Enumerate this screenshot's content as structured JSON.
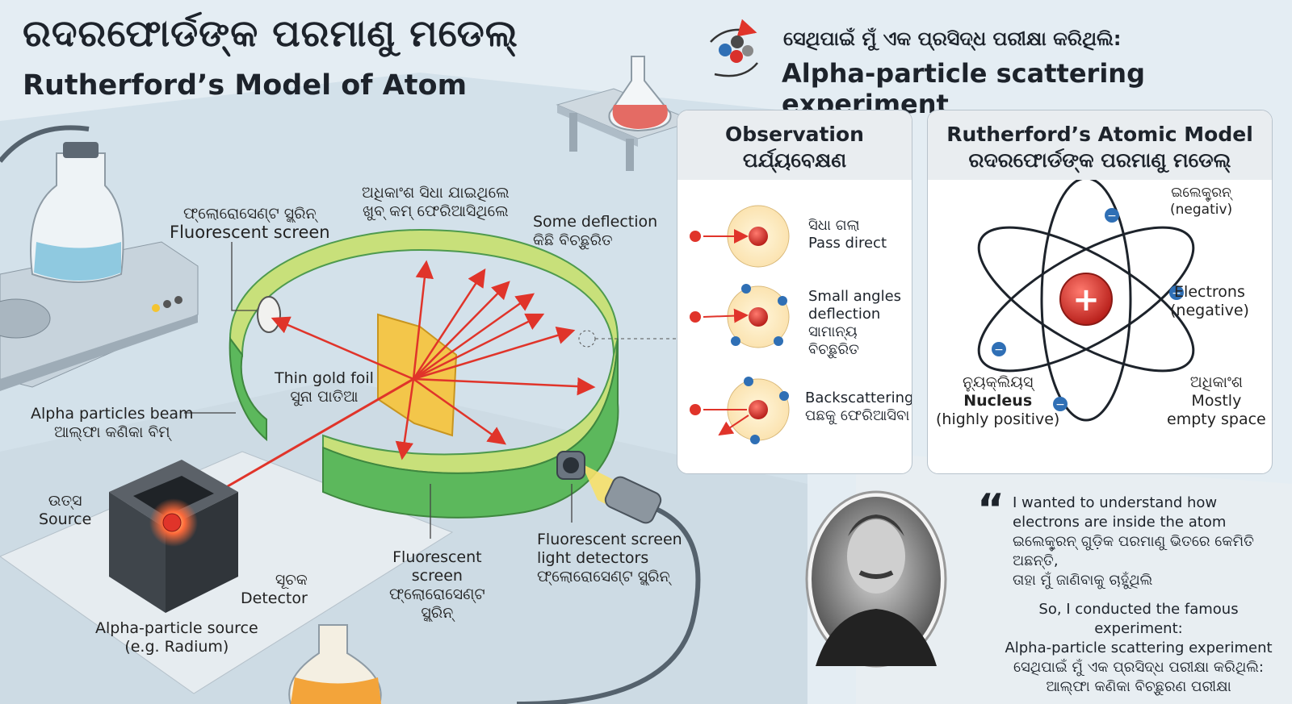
{
  "title": {
    "odia": "ରଦରଫୋର୍ଡଙ୍କ ପରମାଣୁ ମଡେଲ୍",
    "english": "Rutherford’s Model of Atom"
  },
  "experiment": {
    "odia": "ସେଥିପାଇଁ ମୁଁ ଏକ ପ୍ରସିଦ୍ଧ ପରୀକ୍ଷା କରିଥିଲି:",
    "english": "Alpha-particle scattering experiment"
  },
  "apparatus": {
    "fluorescent_screen_top": [
      "ଫ୍ଲୋରୋସେଣ୍ଟ ସ୍କ୍ରିନ୍",
      "Fluorescent screen"
    ],
    "most_straight": [
      "ଅଧିକାଂଶ ସିଧା ଯାଇଥିଲେ",
      "ଖୁବ୍ କମ୍ ଫେରିଆସିଥିଲେ"
    ],
    "some_deflection": [
      "Some deflection",
      "କିଛି ବିଚ୍ଛୁରିତ"
    ],
    "gold_foil": [
      "Thin gold foil",
      "ସୁନା ପାତିଆ"
    ],
    "alpha_beam": [
      "Alpha particles beam",
      "ଆଲ୍ଫା କଣିକା ବିମ୍"
    ],
    "source": [
      "ଉତ୍ସ",
      "Source"
    ],
    "detector": [
      "ସୂଚକ",
      "Detector"
    ],
    "alpha_source": [
      "Alpha-particle source",
      "(e.g. Radium)"
    ],
    "fluorescent_screen_bottom": [
      "Fluorescent",
      "screen",
      "ଫ୍ଲୋରୋସେଣ୍ଟ",
      "ସ୍କ୍ରିନ୍"
    ],
    "light_detectors": [
      "Fluorescent screen",
      "light detectors",
      "ଫ୍ଲୋରୋସେଣ୍ଟ ସ୍କ୍ରିନ୍"
    ]
  },
  "observation": {
    "heading_en": "Observation",
    "heading_or": "ପର୍ଯ୍ୟବେକ୍ଷଣ",
    "items": [
      [
        "ସିଧା ଗଲା",
        "Pass direct"
      ],
      [
        "Small angles",
        "deflection",
        "ସାମାନ୍ୟ ବିଚ୍ଛୁରିତ"
      ],
      [
        "Backscattering",
        "ପଛକୁ ଫେରିଆସିବା"
      ]
    ]
  },
  "model": {
    "heading_en": "Rutherford’s Atomic Model",
    "heading_or": "ରଦରଫୋର୍ଡଙ୍କ ପରମାଣୁ ମଡେଲ୍",
    "electron_label": [
      "ଇଲେକ୍ଟ୍ରନ୍",
      "(negativ)"
    ],
    "electrons_label": [
      "Electrons",
      "(negative)"
    ],
    "nucleus_label": [
      "ନ୍ୟୁକ୍ଲିୟସ୍",
      "Nucleus",
      "(highly positive)"
    ],
    "empty_label": [
      "ଅଧିକାଂଶ",
      "Mostly",
      "empty space"
    ],
    "plus": "+",
    "minus": "−"
  },
  "quote": {
    "mark": "“",
    "lines": [
      "I wanted to understand how",
      "electrons are inside the atom",
      "ଇଲେକ୍ଟ୍ରନ୍ ଗୁଡ଼ିକ ପରମାଣୁ ଭିତରେ କେମିତି ଅଛନ୍ତି,",
      "ତାହା ମୁଁ ଜାଣିବାକୁ ଚାହୁଁଥିଲି",
      "So, I conducted the famous experiment:",
      "Alpha-particle scattering experiment",
      "ସେଥିପାଇଁ ମୁଁ ଏକ ପ୍ରସିଦ୍ଧ ପରୀକ୍ଷା କରିଥିଲି:",
      "ଆଲ୍ଫା କଣିକା ବିଚ୍ଛୁରଣ ପରୀକ୍ଷା"
    ]
  },
  "colors": {
    "ring_green": "#5cb85c",
    "ring_inner": "#c8e07a",
    "arrow_red": "#e0342a",
    "foil_gold": "#f3c64a",
    "nucleus_red": "#d9302b",
    "electron_blue": "#2f6fb5"
  }
}
